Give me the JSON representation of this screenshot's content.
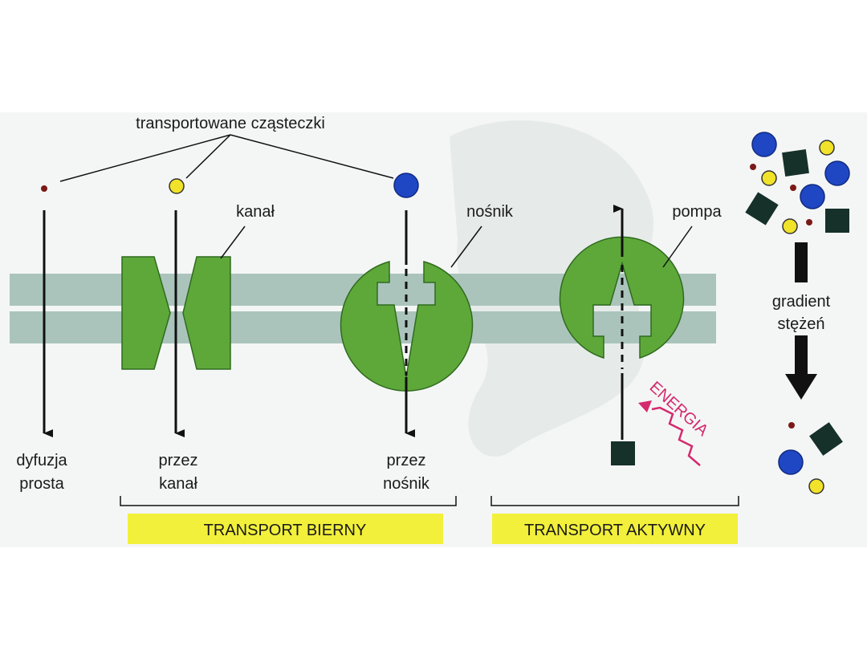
{
  "labels": {
    "molecules": "transportowane cząsteczki",
    "channel": "kanał",
    "carrier": "nośnik",
    "pump": "pompa",
    "diffusion_line1": "dyfuzja",
    "diffusion_line2": "prosta",
    "via_channel_line1": "przez",
    "via_channel_line2": "kanał",
    "via_carrier_line1": "przez",
    "via_carrier_line2": "nośnik",
    "gradient_line1": "gradient",
    "gradient_line2": "stężeń",
    "energy": "ENERGIA"
  },
  "groups": {
    "passive": "TRANSPORT BIERNY",
    "active": "TRANSPORT AKTYWNY"
  },
  "colors": {
    "membrane": "#aac4bc",
    "protein": "#5ea83a",
    "protein_dark": "#2f6a1e",
    "banner": "#f2f03a",
    "energy": "#d42a6e",
    "molecule_small": "#7a1a18",
    "molecule_medium": "#f1e22a",
    "molecule_large": "#1f47c4",
    "molecule_square": "#16302a"
  }
}
